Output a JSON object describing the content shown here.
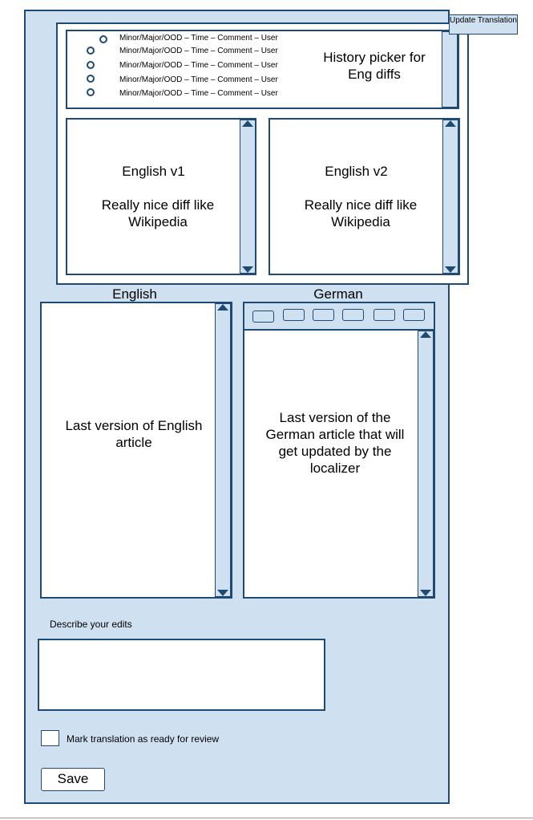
{
  "update_tab": {
    "label": "Update Translation"
  },
  "history": {
    "rows": [
      "Minor/Major/OOD – Time – Comment – User",
      "Minor/Major/OOD – Time – Comment – User",
      "Minor/Major/OOD – Time – Comment – User",
      "Minor/Major/OOD – Time – Comment – User",
      "Minor/Major/OOD – Time – Comment – User"
    ],
    "description": "History picker for Eng diffs"
  },
  "diff_left": {
    "title": "English v1",
    "body": "Really nice diff like Wikipedia"
  },
  "diff_right": {
    "title": "English v2",
    "body": "Really nice diff like Wikipedia"
  },
  "english": {
    "heading": "English",
    "body": "Last version of English article"
  },
  "german": {
    "heading": "German",
    "body": "Last version of the German article that will get updated by the localizer"
  },
  "edit_summary": {
    "label": "Describe your edits",
    "value": ""
  },
  "review_checkbox": {
    "label": "Mark translation as ready for review",
    "checked": false
  },
  "save_button": {
    "label": "Save"
  },
  "colors": {
    "panel": "#cfe0f1",
    "border": "#1f4a72"
  }
}
